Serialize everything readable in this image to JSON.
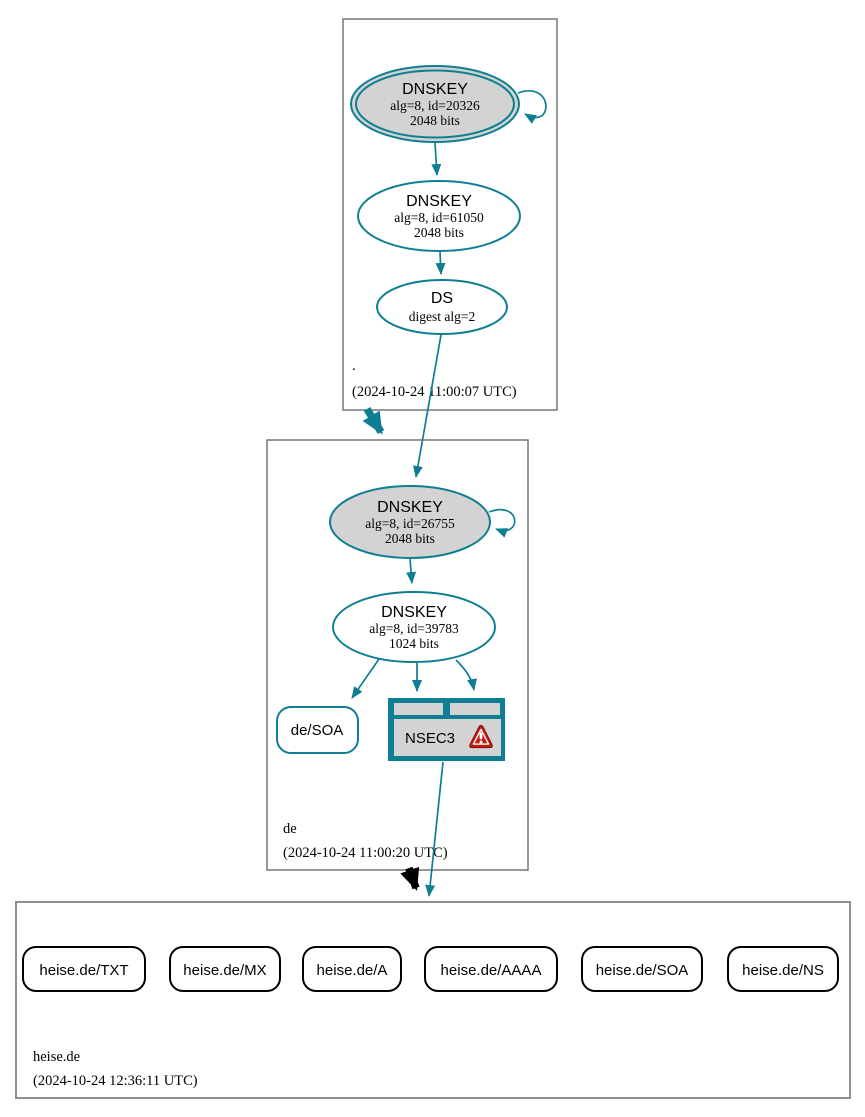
{
  "zones": {
    "root": {
      "label": ".",
      "timestamp": "(2024-10-24 11:00:07 UTC)",
      "ksk": {
        "title": "DNSKEY",
        "detail1": "alg=8, id=20326",
        "detail2": "2048 bits"
      },
      "zsk": {
        "title": "DNSKEY",
        "detail1": "alg=8, id=61050",
        "detail2": "2048 bits"
      },
      "ds": {
        "title": "DS",
        "detail1": "digest alg=2"
      }
    },
    "de": {
      "label": "de",
      "timestamp": "(2024-10-24 11:00:20 UTC)",
      "ksk": {
        "title": "DNSKEY",
        "detail1": "alg=8, id=26755",
        "detail2": "2048 bits"
      },
      "zsk": {
        "title": "DNSKEY",
        "detail1": "alg=8, id=39783",
        "detail2": "1024 bits"
      },
      "soa": {
        "label": "de/SOA"
      },
      "nsec3": {
        "label": "NSEC3",
        "icon": "warning-triangle"
      }
    },
    "heise_de": {
      "label": "heise.de",
      "timestamp": "(2024-10-24 12:36:11 UTC)",
      "rrsets": [
        "heise.de/TXT",
        "heise.de/MX",
        "heise.de/A",
        "heise.de/AAAA",
        "heise.de/SOA",
        "heise.de/NS"
      ]
    }
  },
  "colors": {
    "secure_teal": "#0e7f93",
    "node_gray_fill": "#d3d3d3",
    "warning_red": "#c41a0f",
    "insecure_black": "#000000",
    "cluster_border": "#6b6b6b"
  }
}
